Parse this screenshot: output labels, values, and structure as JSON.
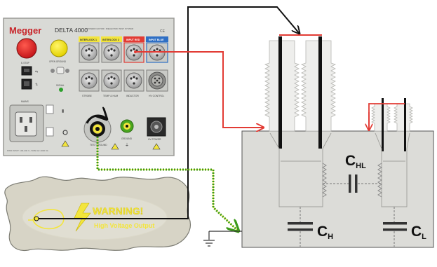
{
  "instrument": {
    "brand": "Megger",
    "model": "DELTA 4000",
    "subtitle": "POWER FACTOR / DIELECTRIC TEST SYSTEM",
    "ce_mark": "CE",
    "port_labels": {
      "interlock1": "INTERLOCK 1",
      "interlock2": "INTERLOCK 2",
      "input_red": "INPUT RED",
      "input_blue": "INPUT BLUE"
    },
    "labels": {
      "estop": "E-STOP",
      "open_ground": "OPEN GROUND",
      "signal": "SIGNAL",
      "strobe": "STROBE",
      "temp_hum": "TEMP & HUM",
      "inductor": "INDUCTOR",
      "hv_control": "HV CONTROL",
      "mains": "MAINS",
      "test_ground": "TEST GROUND",
      "ground": "GROUND",
      "hv_power": "HV POWER",
      "footer_note": "PWR INPUT: 100-240 V~ 50/60 Hz 4000 VA"
    }
  },
  "warning": {
    "title": "WARNING!",
    "text": "High Voltage Output"
  },
  "capacitances": {
    "chl": {
      "main": "C",
      "sub": "HL"
    },
    "ch": {
      "main": "C",
      "sub": "H"
    },
    "cl": {
      "main": "C",
      "sub": "L"
    }
  },
  "colors": {
    "panel": "#d9dad6",
    "panel_border": "#9a9a96",
    "red_lead": "#e23b34",
    "hv_lead": "#111111",
    "ground_lead": "#4aa61e",
    "ground_lead_dots": "#f2e418",
    "tank": "#dcdcd8",
    "tank_border": "#555555",
    "label_yellow": "#f3e53c",
    "label_red": "#e23b34",
    "label_blue": "#2f6fc4",
    "warning_bg": "#d7d4c6",
    "warning_yellow": "#f3e53c"
  }
}
